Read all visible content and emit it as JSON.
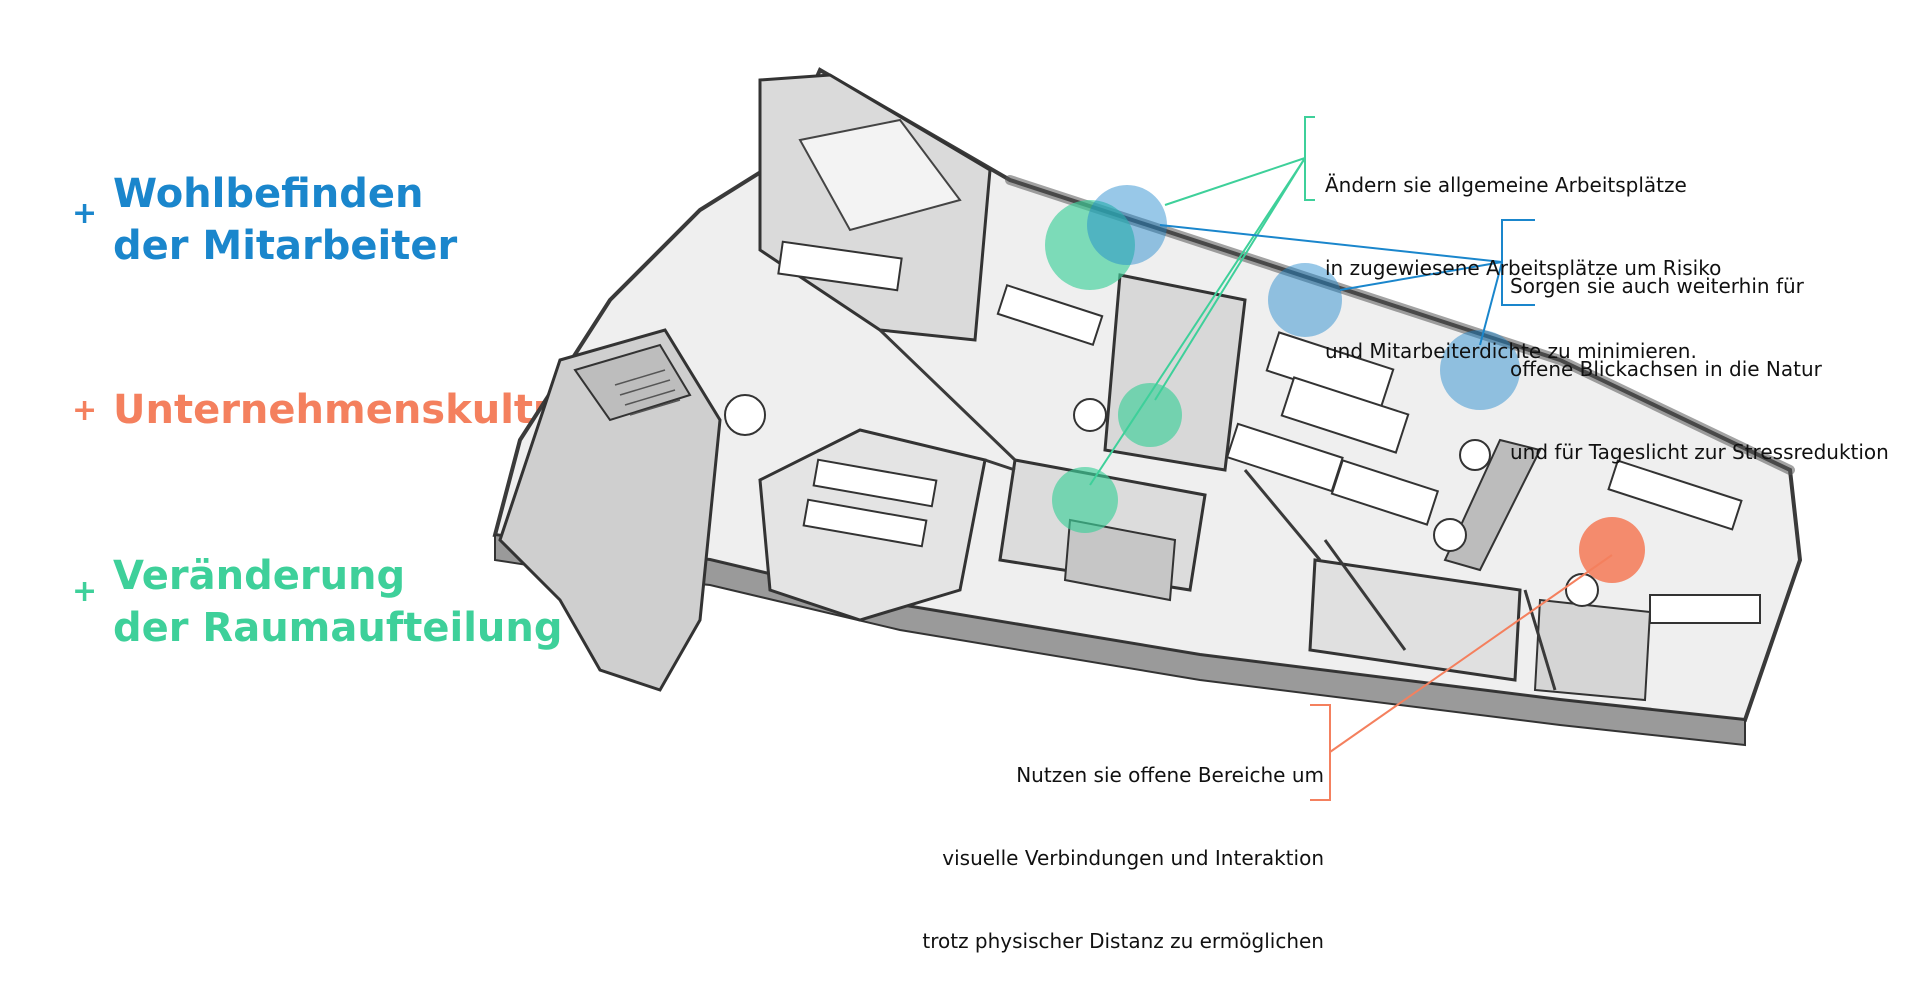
{
  "headings": [
    {
      "plus": "+",
      "line1": "Wohlbefinden",
      "line2": "der Mitarbeiter",
      "color": "#1a86cc"
    },
    {
      "plus": "+",
      "line1": "Unternehmenskultur",
      "color": "#f4805e"
    },
    {
      "plus": "+",
      "line1": "Veränderung",
      "line2": "der Raumaufteilung",
      "color": "#3ed09a"
    }
  ],
  "callouts": {
    "green": {
      "line1": "Ändern sie allgemeine Arbeitsplätze",
      "line2": "in zugewiesene Arbeitsplätze um Risiko",
      "line3": "und Mitarbeiterdichte zu minimieren.",
      "color": "#3ed09a"
    },
    "blue": {
      "line1": "Sorgen sie auch weiterhin für",
      "line2": "offene Blickachsen in die Natur",
      "line3": "und für Tageslicht zur Stressreduktion",
      "color": "#1a86cc"
    },
    "orange": {
      "line1": "Nutzen sie offene Bereiche um",
      "line2": "visuelle Verbindungen und Interaktion",
      "line3": "trotz physischer Distanz zu ermöglichen",
      "color": "#f4805e"
    }
  }
}
